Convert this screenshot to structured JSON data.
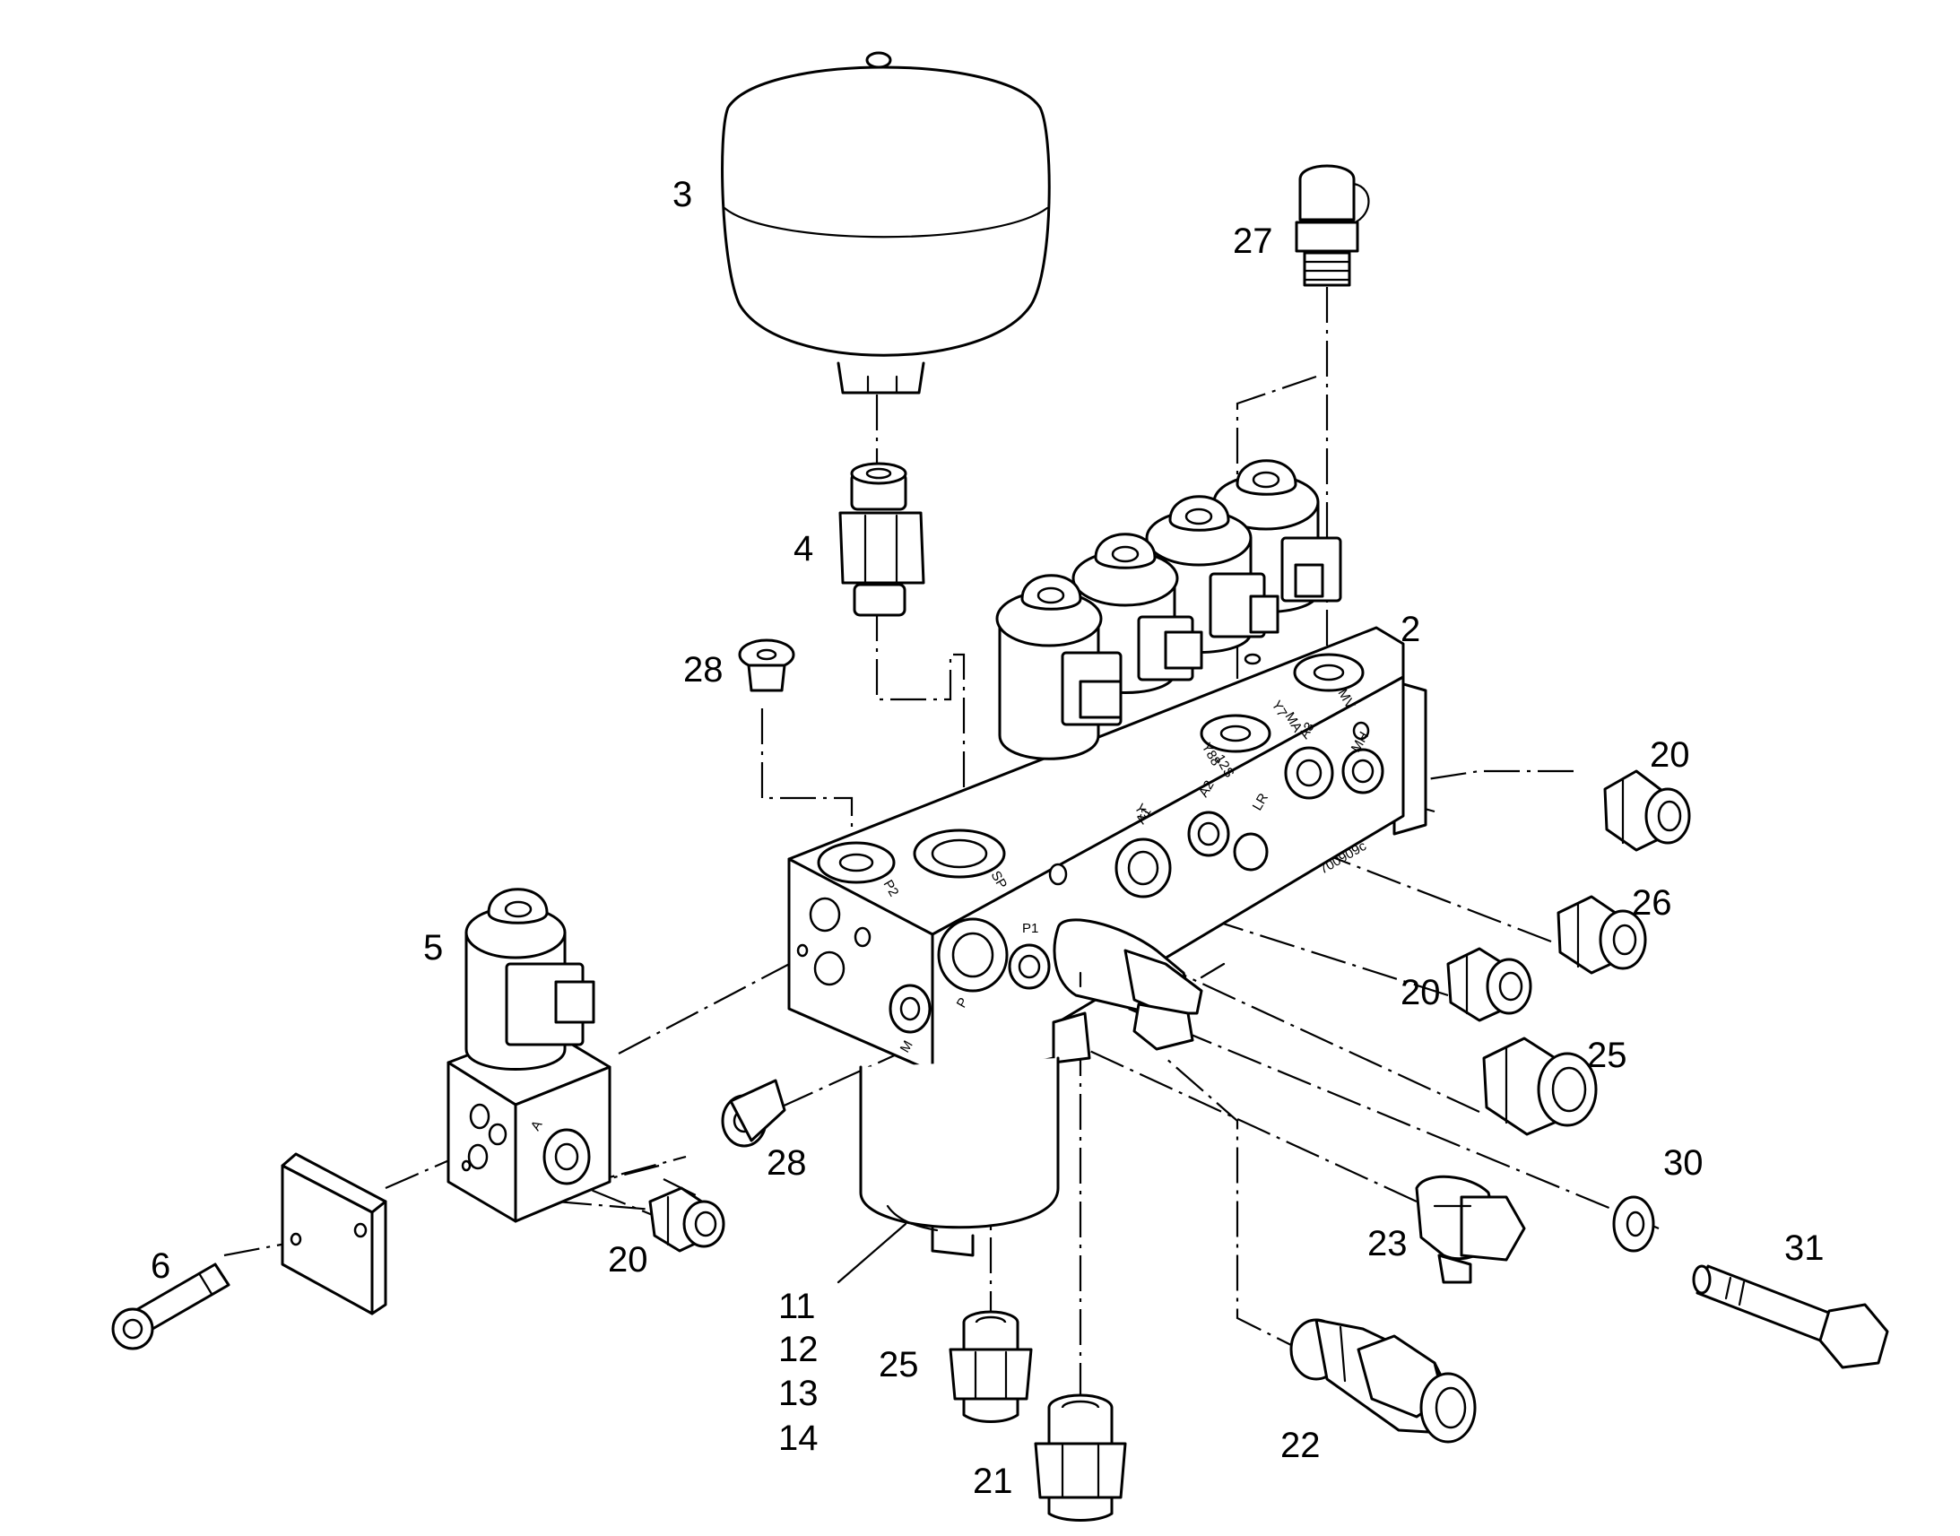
{
  "callouts": {
    "c2": "2",
    "c3": "3",
    "c4": "4",
    "c5": "5",
    "c6": "6",
    "c11": "11",
    "c12": "12",
    "c13": "13",
    "c14": "14",
    "c20a": "20",
    "c20b": "20",
    "c20c": "20",
    "c21": "21",
    "c22": "22",
    "c23": "23",
    "c25a": "25",
    "c25b": "25",
    "c26": "26",
    "c27": "27",
    "c28a": "28",
    "c28b": "28",
    "c30": "30",
    "c31": "31"
  },
  "port_labels": {
    "p2": "P2",
    "sp": "SP",
    "p1": "P1",
    "p": "P",
    "m": "M",
    "y3": "Y3",
    "a1": "A1",
    "a2": "A2",
    "lr": "LR",
    "a3": "A3",
    "mh": "MH",
    "y7": "Y7",
    "ma": "MA",
    "y88": "Y88",
    "y12": "12S",
    "mv": "MV",
    "a": "A",
    "part_no": "700909c"
  }
}
